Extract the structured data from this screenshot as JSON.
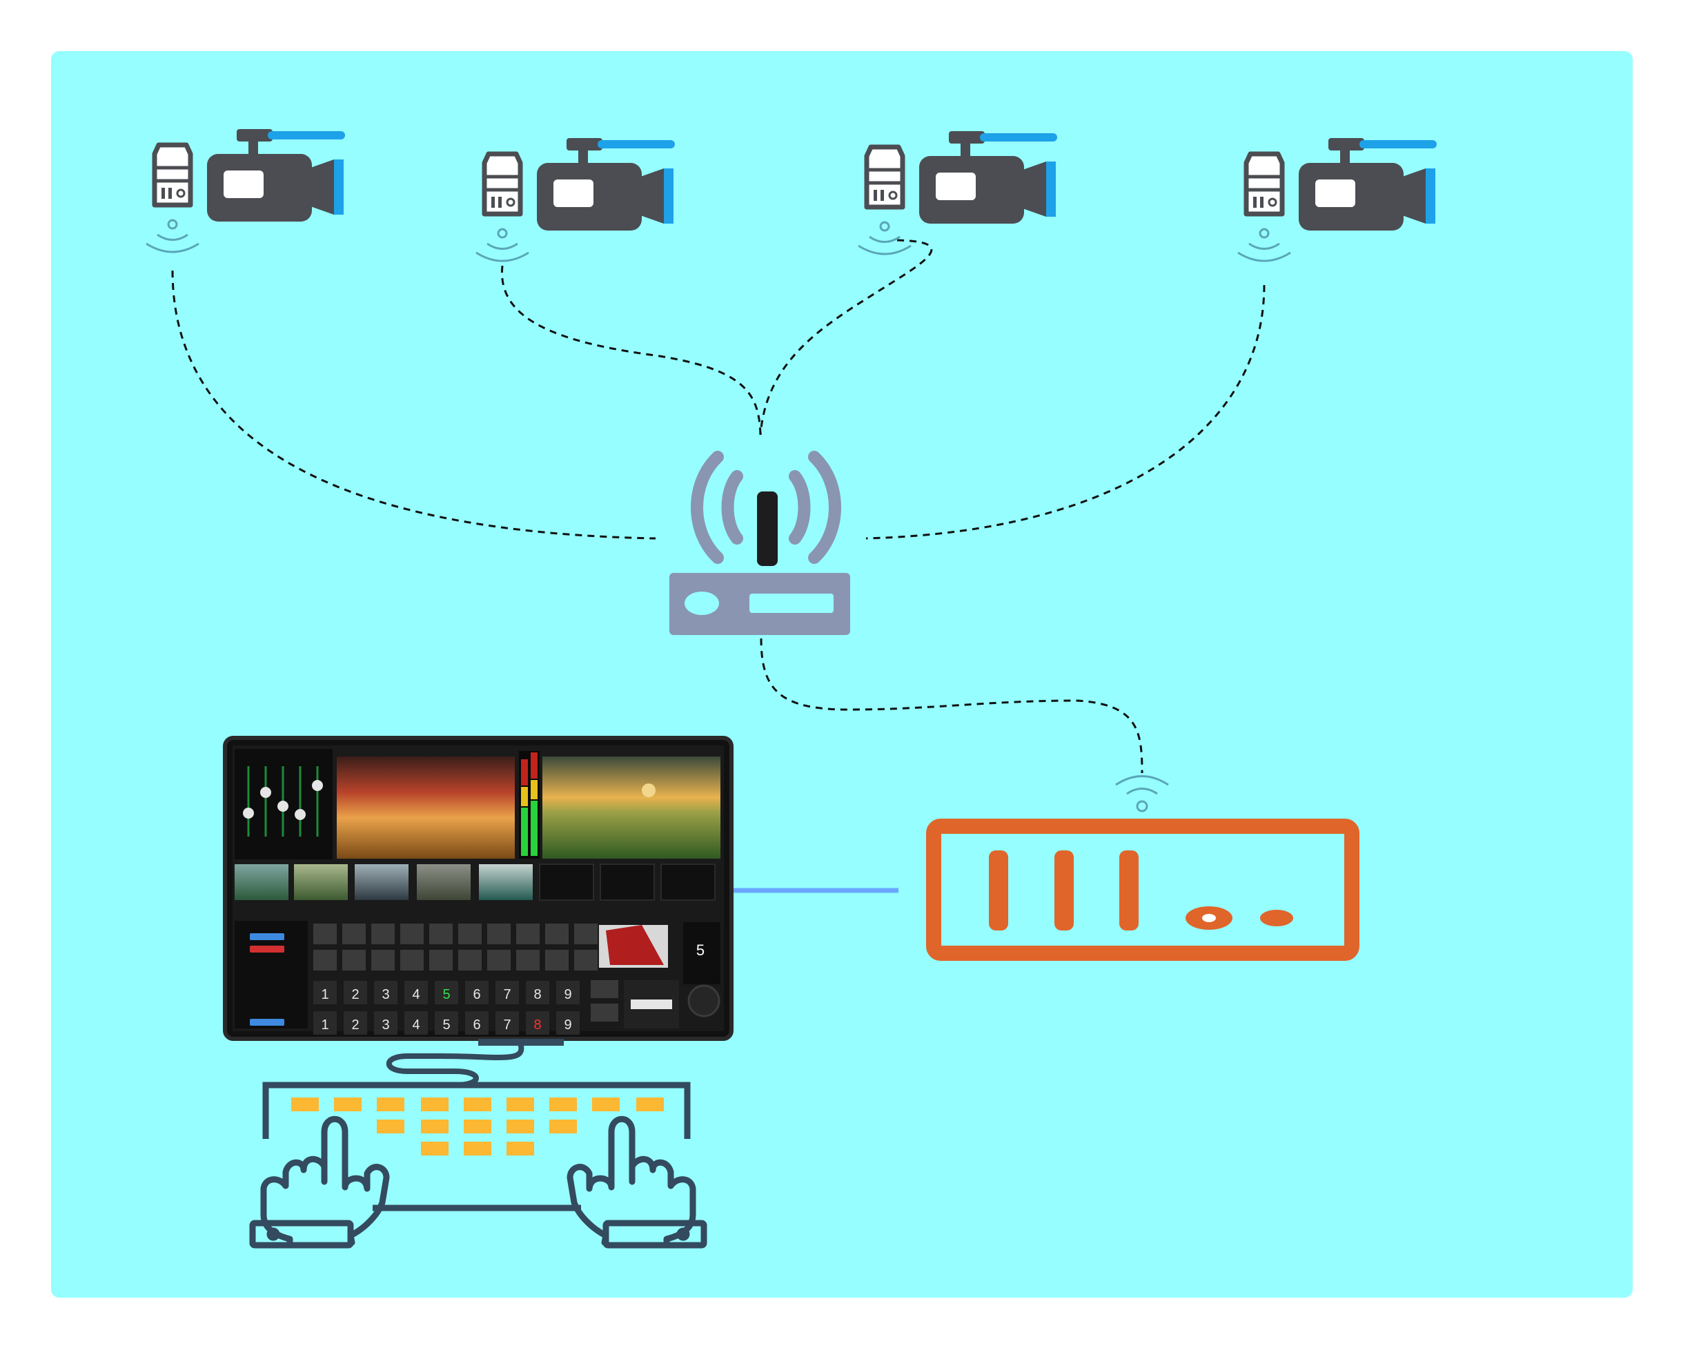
{
  "diagram": {
    "colors": {
      "background": "#96fefe",
      "camera_body": "#4b4d52",
      "camera_accent": "#1da1e8",
      "router": "#8a95b2",
      "router_antenna": "#1d1d1f",
      "recorder": "#e0652a",
      "link_solid": "#6aa6ff",
      "keyboard_outline": "#344a5e",
      "keyboard_keys": "#fcb733"
    },
    "nodes": {
      "cameras": [
        {
          "icon": "wireless-video-camera-icon"
        },
        {
          "icon": "wireless-video-camera-icon"
        },
        {
          "icon": "wireless-video-camera-icon"
        },
        {
          "icon": "wireless-video-camera-icon"
        }
      ],
      "router": {
        "icon": "wireless-router-icon"
      },
      "recorder": {
        "icon": "wireless-recorder-device-icon"
      },
      "monitor": {
        "icon": "video-switcher-monitor-icon",
        "number_pad_top": [
          "1",
          "2",
          "3",
          "4",
          "5",
          "6",
          "7",
          "8",
          "9"
        ],
        "number_pad_bottom": [
          "1",
          "2",
          "3",
          "4",
          "5",
          "6",
          "7",
          "8",
          "9"
        ],
        "active_top": "5",
        "active_bottom": "8",
        "side_value": "5"
      },
      "keyboard": {
        "icon": "keyboard-with-hands-icon"
      }
    },
    "links": [
      {
        "from": "camera-1",
        "to": "router",
        "style": "dashed"
      },
      {
        "from": "camera-2",
        "to": "router",
        "style": "dashed"
      },
      {
        "from": "camera-3",
        "to": "router",
        "style": "dashed"
      },
      {
        "from": "camera-4",
        "to": "router",
        "style": "dashed"
      },
      {
        "from": "router",
        "to": "recorder",
        "style": "dashed"
      },
      {
        "from": "monitor",
        "to": "recorder",
        "style": "solid"
      }
    ]
  }
}
